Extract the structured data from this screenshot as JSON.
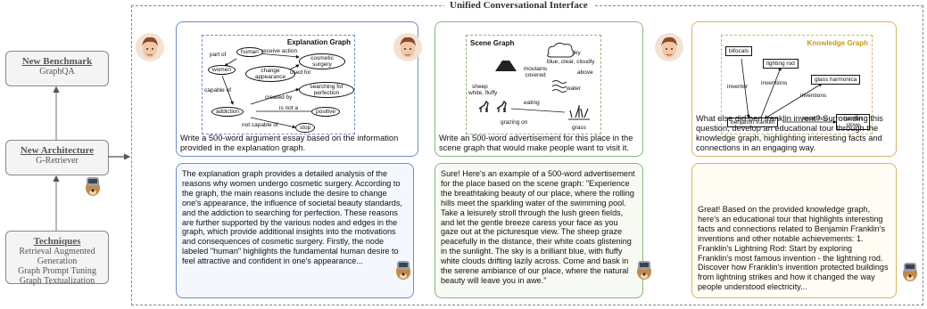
{
  "interface_title": "Unified Conversational Interface",
  "left_panel": {
    "benchmark": {
      "title": "New Benchmark",
      "subtitle": "GraphQA"
    },
    "architecture": {
      "title": "New Architecture",
      "subtitle": "G-Retriever"
    },
    "techniques": {
      "title": "Techniques",
      "items": [
        "Retrieval Augmented Generation",
        "Graph Prompt Tuning",
        "Graph Textualization"
      ]
    }
  },
  "panels": [
    {
      "graph_title": "Explanation Graph",
      "nodes": [
        "human",
        "women",
        "change appearance",
        "cosmetic surgery",
        "searching for perfection",
        "addiction",
        "positive",
        "stop"
      ],
      "edges": [
        "part of",
        "receive action",
        "used for",
        "capable of",
        "created by",
        "is not a",
        "not capable of"
      ],
      "question": "Write a 500-word argument essay based on the information provided in the explanation graph.",
      "answer": "The explanation graph provides a detailed analysis of the reasons why women undergo cosmetic surgery. According to the graph, the main reasons include the desire to change one's appearance, the influence of societal beauty standards, and the addiction to searching for perfection. These reasons are further supported by the various nodes and edges in the graph, which provide additional insights into the motivations and consequences of cosmetic surgery. Firstly, the node labeled \"human\" highlights the fundamental human desire to feel attractive and confident in one's appearance..."
    },
    {
      "graph_title": "Scene Graph",
      "nodes": [
        "moutains covered",
        "sky",
        "blue, clear, cloudly",
        "above",
        "sheep",
        "white, fluffy",
        "eating",
        "water",
        "grazing on",
        "grass"
      ],
      "question": "Write an 500-word advertisement for this place in the scene graph that would make people want to visit it.",
      "answer": "Sure! Here's an example of a 500-word advertisement for the place based on the scene graph: \"Experience the breathtaking beauty of our place, where the rolling hills meet the sparkling water of the swimming pool. Take a leisurely stroll through the lush green fields, and let the gentle breeze caress your face as you gaze out at the picturesque view. The sheep graze peacefully in the distance, their white coats glistening in the sunlight. The sky is a brilliant blue, with fluffy white clouds drifting lazily across. Come and bask in the serene ambiance of our place, where the natural beauty will leave you in awe.\""
    },
    {
      "graph_title": "Knowledge Graph",
      "nodes": [
        "bifocals",
        "lighting rod",
        "glass harmonica",
        "benjamin franklin",
        "franklin stove"
      ],
      "edges": [
        "inventor",
        "inventions",
        "inventions",
        "inventions"
      ],
      "question": "What else did ben franklin invent? Surrounding this question, develop an educational tour through the knowledge graph, highlighting interesting facts and connections in an engaging way.",
      "answer": "Great! Based on the provided knowledge graph, here's an educational tour that highlights interesting facts and connections related to Benjamin Franklin's inventions and other notable achievements: 1. Franklin's Lightning Rod: Start by exploring Franklin's most famous invention - the lightning rod. Discover how Franklin's invention protected buildings from lightning strikes and how it changed the way people understood electricity..."
    }
  ],
  "colors": {
    "blue": "#6b8ec6",
    "green": "#8ab57a",
    "gold": "#d8b464",
    "kg_title": "#c79a1a"
  }
}
